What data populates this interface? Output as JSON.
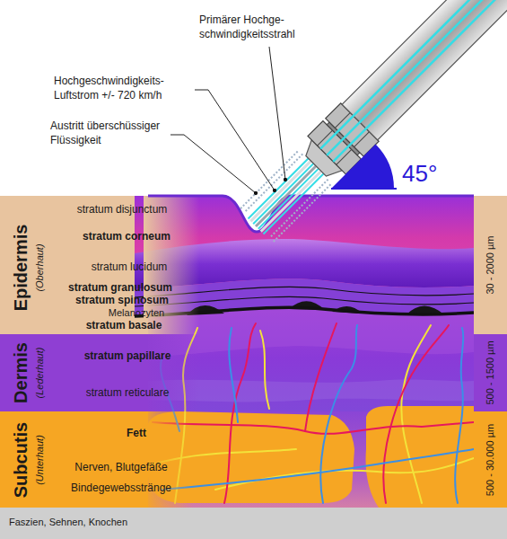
{
  "diagram": {
    "nodes": [
      {
        "text": [
          "Epidermis",
          "(Oberhaut)"
        ]
      },
      {
        "text": [
          "Dermis",
          "(Lederhaut)"
        ]
      },
      {
        "text": [
          "Subcutis",
          "(Unterhaut)"
        ]
      },
      {
        "text": [
          "Faszien, Sehnen, Knochen"
        ]
      }
    ],
    "labels": [
      "Primärer Hochge- schwindigkeitsstrahl",
      "Hochgeschwindigkeits- Luftstrom +/- 720 km/h",
      "Austritt überschüssiger Flüssigkeit",
      "45°",
      "stratum disjunctum",
      "stratum corneum",
      "stratum lucidum",
      "stratum granulosum",
      "stratum spinosum",
      "Melanozyten",
      "stratum basale",
      "stratum papillare",
      "stratum reticulare",
      "Fett",
      "Nerven, Blutgefäße",
      "Bindegewebsstränge",
      "30 - 2000 µm",
      "500 - 1500 µm",
      "500 - 30.000 µm"
    ]
  }
}
